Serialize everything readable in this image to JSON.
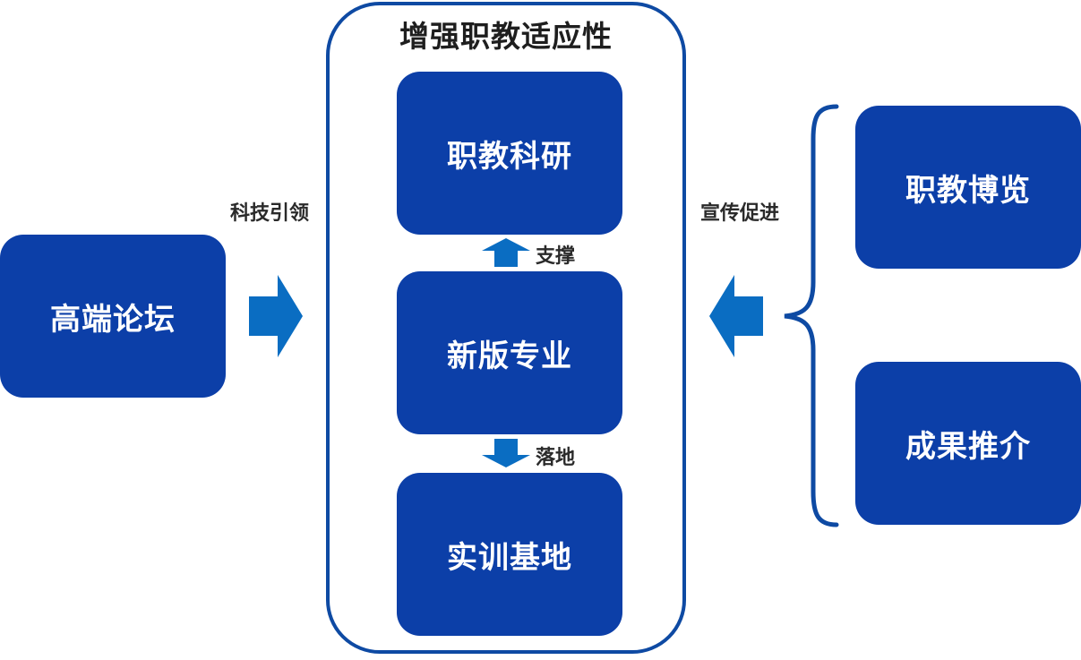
{
  "container": {
    "title": "增强职教适应性",
    "top_box": "职教科研",
    "middle_box": "新版专业",
    "bottom_box": "实训基地",
    "up_arrow_label": "支撑",
    "down_arrow_label": "落地"
  },
  "left": {
    "box": "高端论坛",
    "arrow_label": "科技引领"
  },
  "right": {
    "box_top": "职教博览",
    "box_bottom": "成果推介",
    "arrow_label": "宣传促进"
  },
  "colors": {
    "box_fill": "#0c3fa8",
    "container_border": "#0e4aa3",
    "arrow_fill": "#0a6dc2",
    "brace_stroke": "#0e4aa3"
  }
}
